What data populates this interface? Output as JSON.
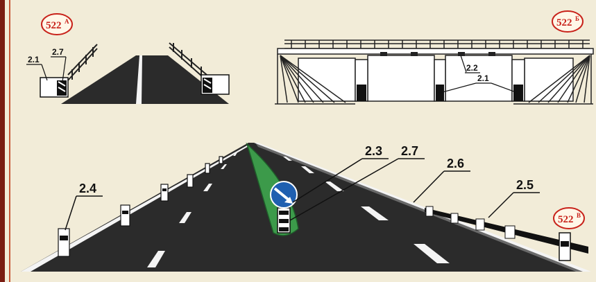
{
  "badges": {
    "a": "522",
    "a_sup": "А",
    "b": "522",
    "b_sup": "Б",
    "v": "522",
    "v_sup": "В"
  },
  "labels": {
    "left_2_1": "2.1",
    "left_2_7": "2.7",
    "bridge_2_2": "2.2",
    "bridge_2_1": "2.1",
    "road_2_3": "2.3",
    "road_2_7": "2.7",
    "road_2_6": "2.6",
    "road_2_5": "2.5",
    "road_2_4": "2.4"
  },
  "colors": {
    "badge_red": "#c8221a",
    "asphalt": "#2b2b2b",
    "median_green": "#3c9a4a",
    "sign_blue": "#1f5fb0",
    "page_bg": "#f2ecd8"
  }
}
